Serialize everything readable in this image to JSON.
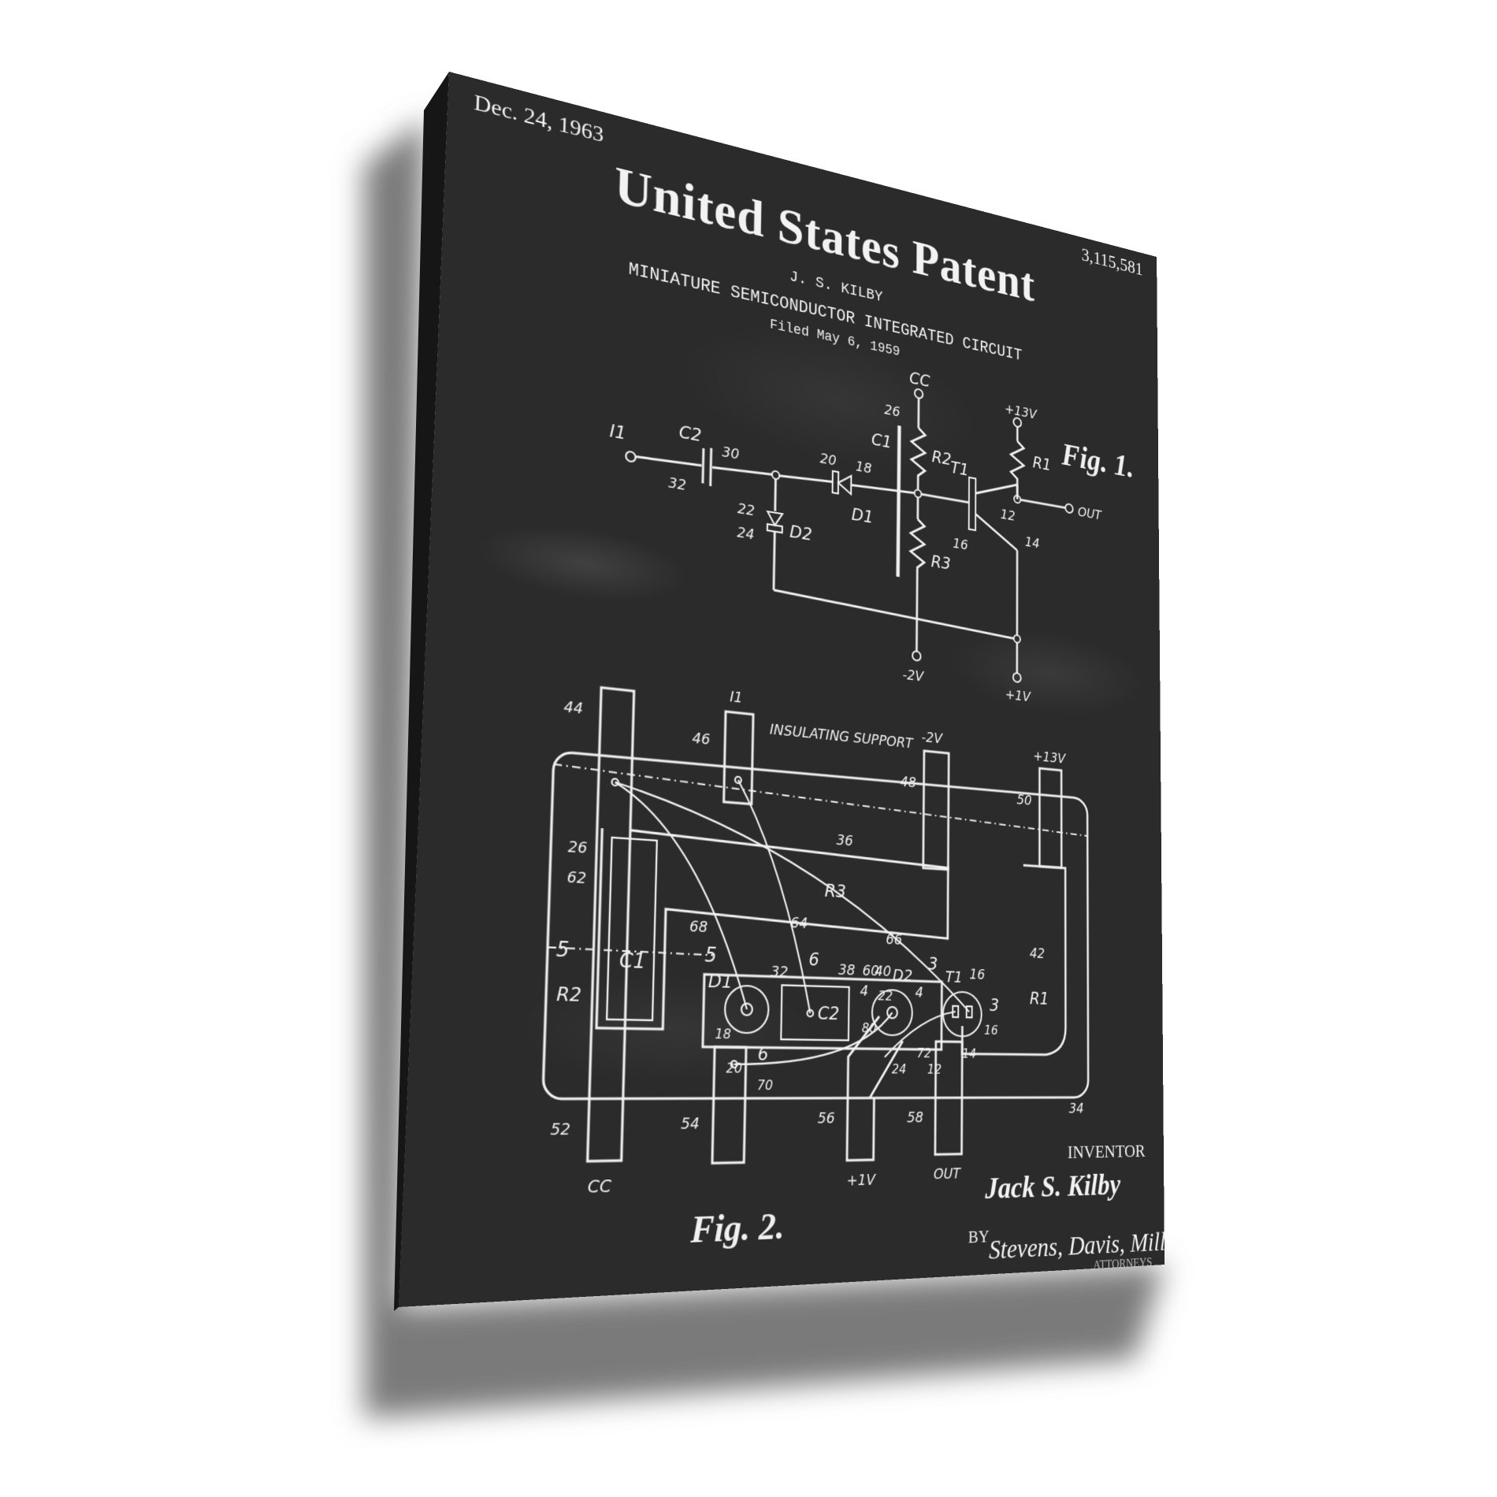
{
  "canvas": {
    "background": "#2b2b2b",
    "ink": "#f0f0f0"
  },
  "header": {
    "date": "Dec. 24, 1963",
    "patent_number": "3,115,581",
    "title": "United States Patent",
    "inventor_line": "J. S. KILBY",
    "subtitle": "MINIATURE SEMICONDUCTOR INTEGRATED CIRCUIT",
    "filed": "Filed May 6, 1959"
  },
  "fig1": {
    "label": "Fig. 1.",
    "labels": [
      "CC",
      "+13V",
      "I1",
      "C2",
      "30",
      "32",
      "20",
      "18",
      "D1",
      "22",
      "D2",
      "24",
      "26",
      "C1",
      "R2",
      "R3",
      "T1",
      "12",
      "16",
      "14",
      "R1",
      "OUT",
      "-2V",
      "+1V"
    ]
  },
  "fig2": {
    "label": "Fig. 2.",
    "labels": [
      "I1",
      "-2V",
      "+13V",
      "44",
      "46",
      "INSULATING SUPPORT",
      "48",
      "50",
      "36",
      "R3",
      "26",
      "62",
      "68",
      "64",
      "66",
      "42",
      "5",
      "5",
      "C1",
      "R2",
      "D1",
      "32",
      "6",
      "38",
      "60",
      "C2",
      "40",
      "D2",
      "3",
      "T1",
      "16",
      "4",
      "4",
      "22",
      "80",
      "18",
      "20",
      "6",
      "70",
      "24",
      "72",
      "12",
      "14",
      "16",
      "3",
      "R1",
      "52",
      "54",
      "56",
      "58",
      "34",
      "CC",
      "+1V",
      "OUT"
    ]
  },
  "signature": {
    "inventor_caption": "INVENTOR",
    "inventor_name": "Jack S. Kilby",
    "by": "BY",
    "attorneys": "Stevens, Davis, Miller & Mosher",
    "attorneys_caption": "ATTORNEYS"
  }
}
